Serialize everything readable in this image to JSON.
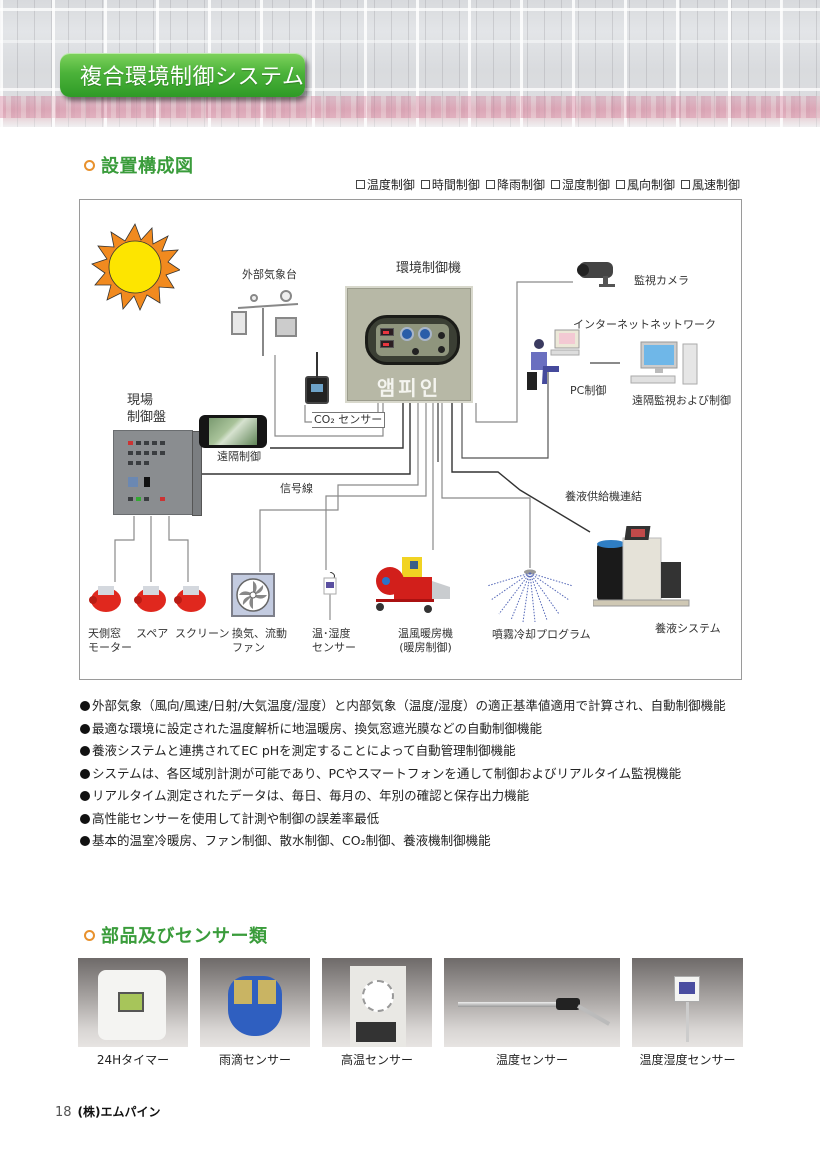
{
  "header": {
    "title": "複合環境制御システム"
  },
  "section1": {
    "heading": "設置構成図",
    "checklist": [
      "温度制御",
      "時間制御",
      "降雨制御",
      "湿度制御",
      "風向制御",
      "風速制御"
    ]
  },
  "diagram": {
    "labels": {
      "weather_station": "外部気象台",
      "controller": "環境制御機",
      "controller_brand": "앰피인",
      "camera": "監視カメラ",
      "internet": "インターネットネットワーク",
      "pc_control": "PC制御",
      "remote_monitor": "遠隔監視および制御",
      "co2_sensor": "CO₂ センサー",
      "field_panel_line1": "現場",
      "field_panel_line2": "制御盤",
      "remote_control": "遠隔制御",
      "signal_line": "信号線",
      "nutrient_link": "養液供給機連結"
    },
    "devices": [
      {
        "line1": "天側窓",
        "line2": "モーター"
      },
      {
        "line1": "スペア",
        "line2": ""
      },
      {
        "line1": "スクリーン",
        "line2": ""
      },
      {
        "line1": "換気、流動",
        "line2": "ファン"
      },
      {
        "line1": "温･湿度",
        "line2": "センサー"
      },
      {
        "line1": "温風暖房機",
        "line2": "(暖房制御)"
      },
      {
        "line1": "噴霧冷却プログラム",
        "line2": ""
      },
      {
        "line1": "養液システム",
        "line2": ""
      }
    ]
  },
  "features": [
    "外部気象（風向/風速/日射/大気温度/湿度）と内部気象（温度/湿度）の適正基準値適用で計算され、自動制御機能",
    "最適な環境に設定された温度解析に地温暖房、換気窓遮光膜などの自動制御機能",
    "養液システムと連携されてEC pHを測定することによって自動管理制御機能",
    "システムは、各区域別計測が可能であり、PCやスマートフォンを通して制御およびリアルタイム監視機能",
    "リアルタイム測定されたデータは、毎日、毎月の、年別の確認と保存出力機能",
    "高性能センサーを使用して計測や制御の誤差率最低",
    "基本的温室冷暖房、ファン制御、散水制御、CO₂制御、養液機制御機能"
  ],
  "section2": {
    "heading": "部品及びセンサー類",
    "parts": [
      {
        "caption": "24Hタイマー"
      },
      {
        "caption": "雨滴センサー"
      },
      {
        "caption": "高温センサー"
      },
      {
        "caption": "温度センサー"
      },
      {
        "caption": "温度湿度センサー"
      }
    ]
  },
  "footer": {
    "page_number": "18",
    "company": "(株)エムパイン"
  },
  "colors": {
    "title_green": "#4cb33a",
    "heading_green": "#3a9c3b",
    "heading_circle_orange": "#e8912d"
  }
}
